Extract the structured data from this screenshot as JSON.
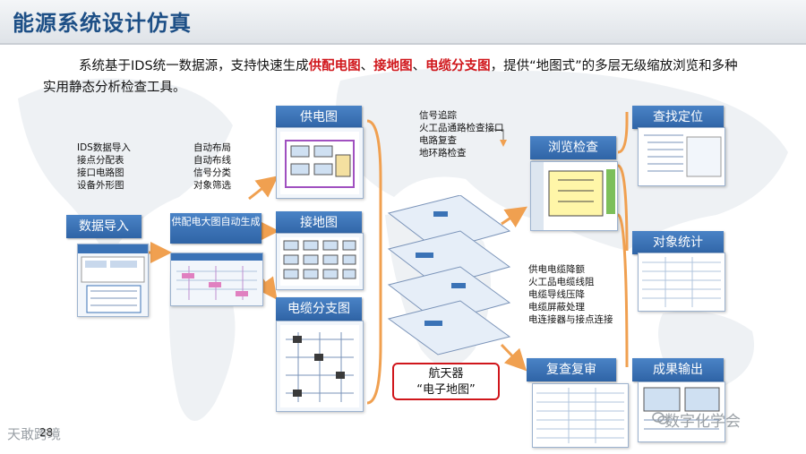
{
  "header": {
    "title": "能源系统设计仿真"
  },
  "description": {
    "part1": "系统基于IDS统一数据源，支持快速生成",
    "highlight1": "供配电图",
    "sep1": "、",
    "highlight2": "接地图",
    "sep2": "、",
    "highlight3": "电缆分支图",
    "part2": "，提供“地图式”的多层无级缩放浏览和多种实用静态分析检查工具。"
  },
  "import_list": "IDS数据导入\n接点分配表\n接口电路图\n设备外形图",
  "layout_list": "自动布局\n自动布线\n信号分类\n对象筛选",
  "tags": {
    "data_import": "数据导入",
    "auto_gen": "供配电大图自动生成",
    "power_diagram": "供电图",
    "ground_diagram": "接地图",
    "cable_diagram": "电缆分支图",
    "browse_check": "浏览检查",
    "find_locate": "查找定位",
    "object_stats": "对象统计",
    "review": "复查复审",
    "output": "成果输出"
  },
  "check_list": "信号追踪\n火工品通路检查接口\n电路复查\n地环路检查",
  "calc_list": "供电电缆降额\n火工品电缆线阻\n电缆导线压降\n电缆屏蔽处理\n电连接器与接点连接",
  "callout": {
    "line1": "航天器",
    "line2": "“电子地图”"
  },
  "footer": {
    "left_logo": "天敢跨境",
    "page": "28",
    "right_logo": "数字化学会"
  },
  "colors": {
    "title": "#1d4f86",
    "tag": "#3a72b6",
    "highlight": "#d0161b",
    "arrow": "#f0a050"
  }
}
